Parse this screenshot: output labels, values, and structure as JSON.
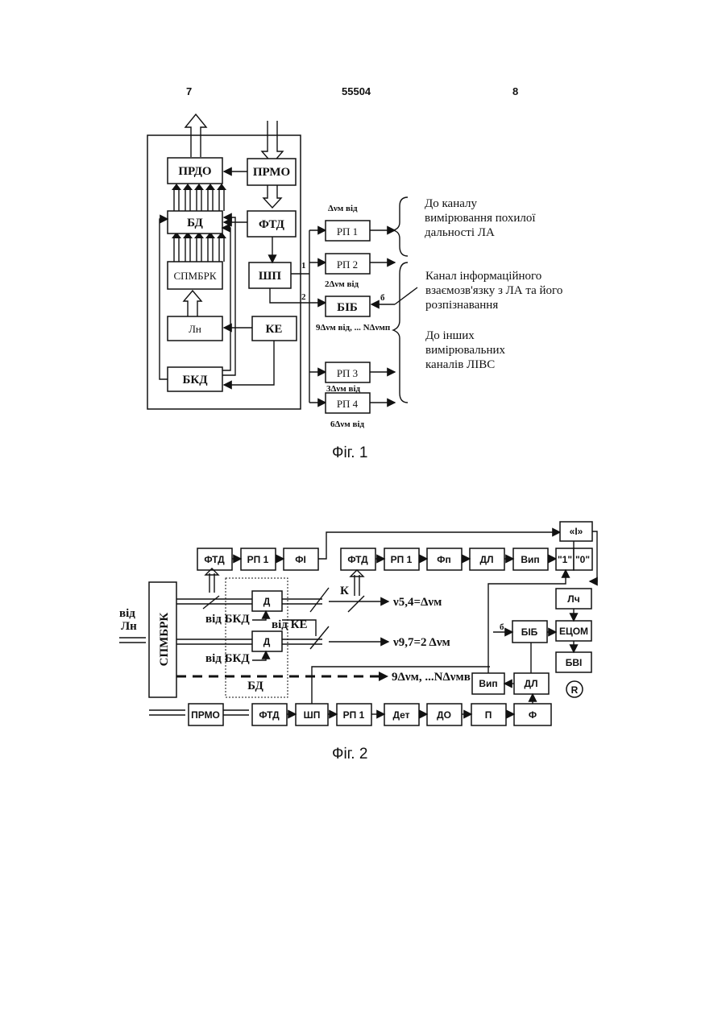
{
  "header": {
    "left_page": "7",
    "patent_no": "55504",
    "right_page": "8"
  },
  "fig1": {
    "caption": "Фіг. 1",
    "blocks": {
      "prdo": "ПРДО",
      "prmo": "ПРМО",
      "bd": "БД",
      "ftd": "ФТД",
      "spmbrk": "СПМБРК",
      "shp": "ШП",
      "lh": "Лн",
      "ke": "КЕ",
      "bkd": "БКД",
      "rp1": "РП 1",
      "rp2": "РП 2",
      "bib": "БІБ",
      "rp3": "РП 3",
      "rp4": "РП 4"
    },
    "labels": {
      "rp1_freq": "Δνм від",
      "rp2_freq": "2Δνм від",
      "bib_freq": "9Δνм від, ... NΔνмп",
      "rp3_freq": "3Δνм від",
      "rp4_freq": "6Δνм від",
      "n1": "1",
      "n2": "2",
      "n6": "б",
      "range_text": "До каналу вимірювання похилої дальності ЛА",
      "info_text": "Канал інформаційного взаємозв'язку з ЛА та його розпізнавання",
      "other_text": "До інших вимірювальних каналів ЛІВС"
    }
  },
  "fig2": {
    "caption": "Фіг. 2",
    "blocks": {
      "ftd_a": "ФТД",
      "rp1_a": "РП 1",
      "fi": "ФІ",
      "ftd_b": "ФТД",
      "rp1_b": "РП 1",
      "fp": "Фп",
      "dl_a": "ДЛ",
      "vip_a": "Вип",
      "one": "\"1\"",
      "zero": "\"0\"",
      "and": "«І»",
      "lch": "Лч",
      "bib": "БІБ",
      "ecom": "ЕЦОМ",
      "bvi": "БВІ",
      "r": "R",
      "spmbrk": "СПМБРК",
      "d1": "Д",
      "d2": "Д",
      "bd": "БД",
      "vip_b": "Вип",
      "dl_b": "ДЛ",
      "prmo": "ПРМО",
      "ftd_c": "ФТД",
      "shp": "ШП",
      "rp1_c": "РП 1",
      "det": "Дет",
      "do": "ДО",
      "p": "П",
      "f": "Ф"
    },
    "labels": {
      "vid_lh_1": "від",
      "vid_lh_2": "Лн",
      "vid_bkd_1": "від БКД",
      "vid_ke": "від КЕ",
      "vid_bkd_2": "від БКД",
      "k": "К",
      "nu54": "ν5,4=Δνм",
      "nu97": "ν9,7=2 Δνм",
      "nuN": "9Δνм, ...NΔνмв",
      "n6": "б"
    }
  }
}
